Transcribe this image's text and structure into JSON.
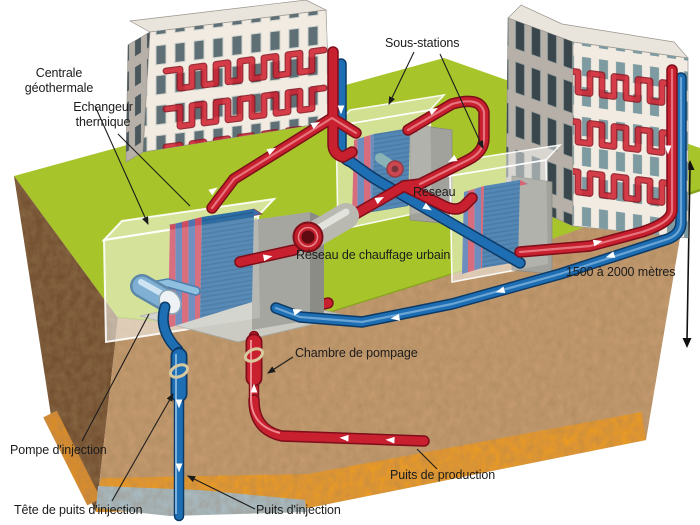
{
  "diagram": {
    "subject": "geothermal-district-heating-cutaway",
    "labels": {
      "centrale": "Centrale géothermale",
      "echangeur": "Echangeur thermique",
      "sous_stations": "Sous-stations",
      "reseau": "Réseau",
      "reseau_chauffage": "Réseau de chauffage urbain",
      "chambre_pompage": "Chambre de pompage",
      "profondeur": "1500 à 2000 mètres",
      "pompe_injection": "Pompe d'injection",
      "tete_puits_injection": "Tête de puits d'injection",
      "puits_injection": "Puits d'injection",
      "puits_production": "Puits de production"
    },
    "colors": {
      "hot_pipe": "#c8202e",
      "cold_pipe": "#1e6eb4",
      "grass": "#a7c52b",
      "soil": "#c79d71",
      "soil_dark": "#6e4a2c",
      "aquifer_orange": "#ef9d1f",
      "aquifer_water": "#a9bfc8",
      "building_wall": "#f1ebe2",
      "building_side": "#b6b0a8"
    }
  }
}
